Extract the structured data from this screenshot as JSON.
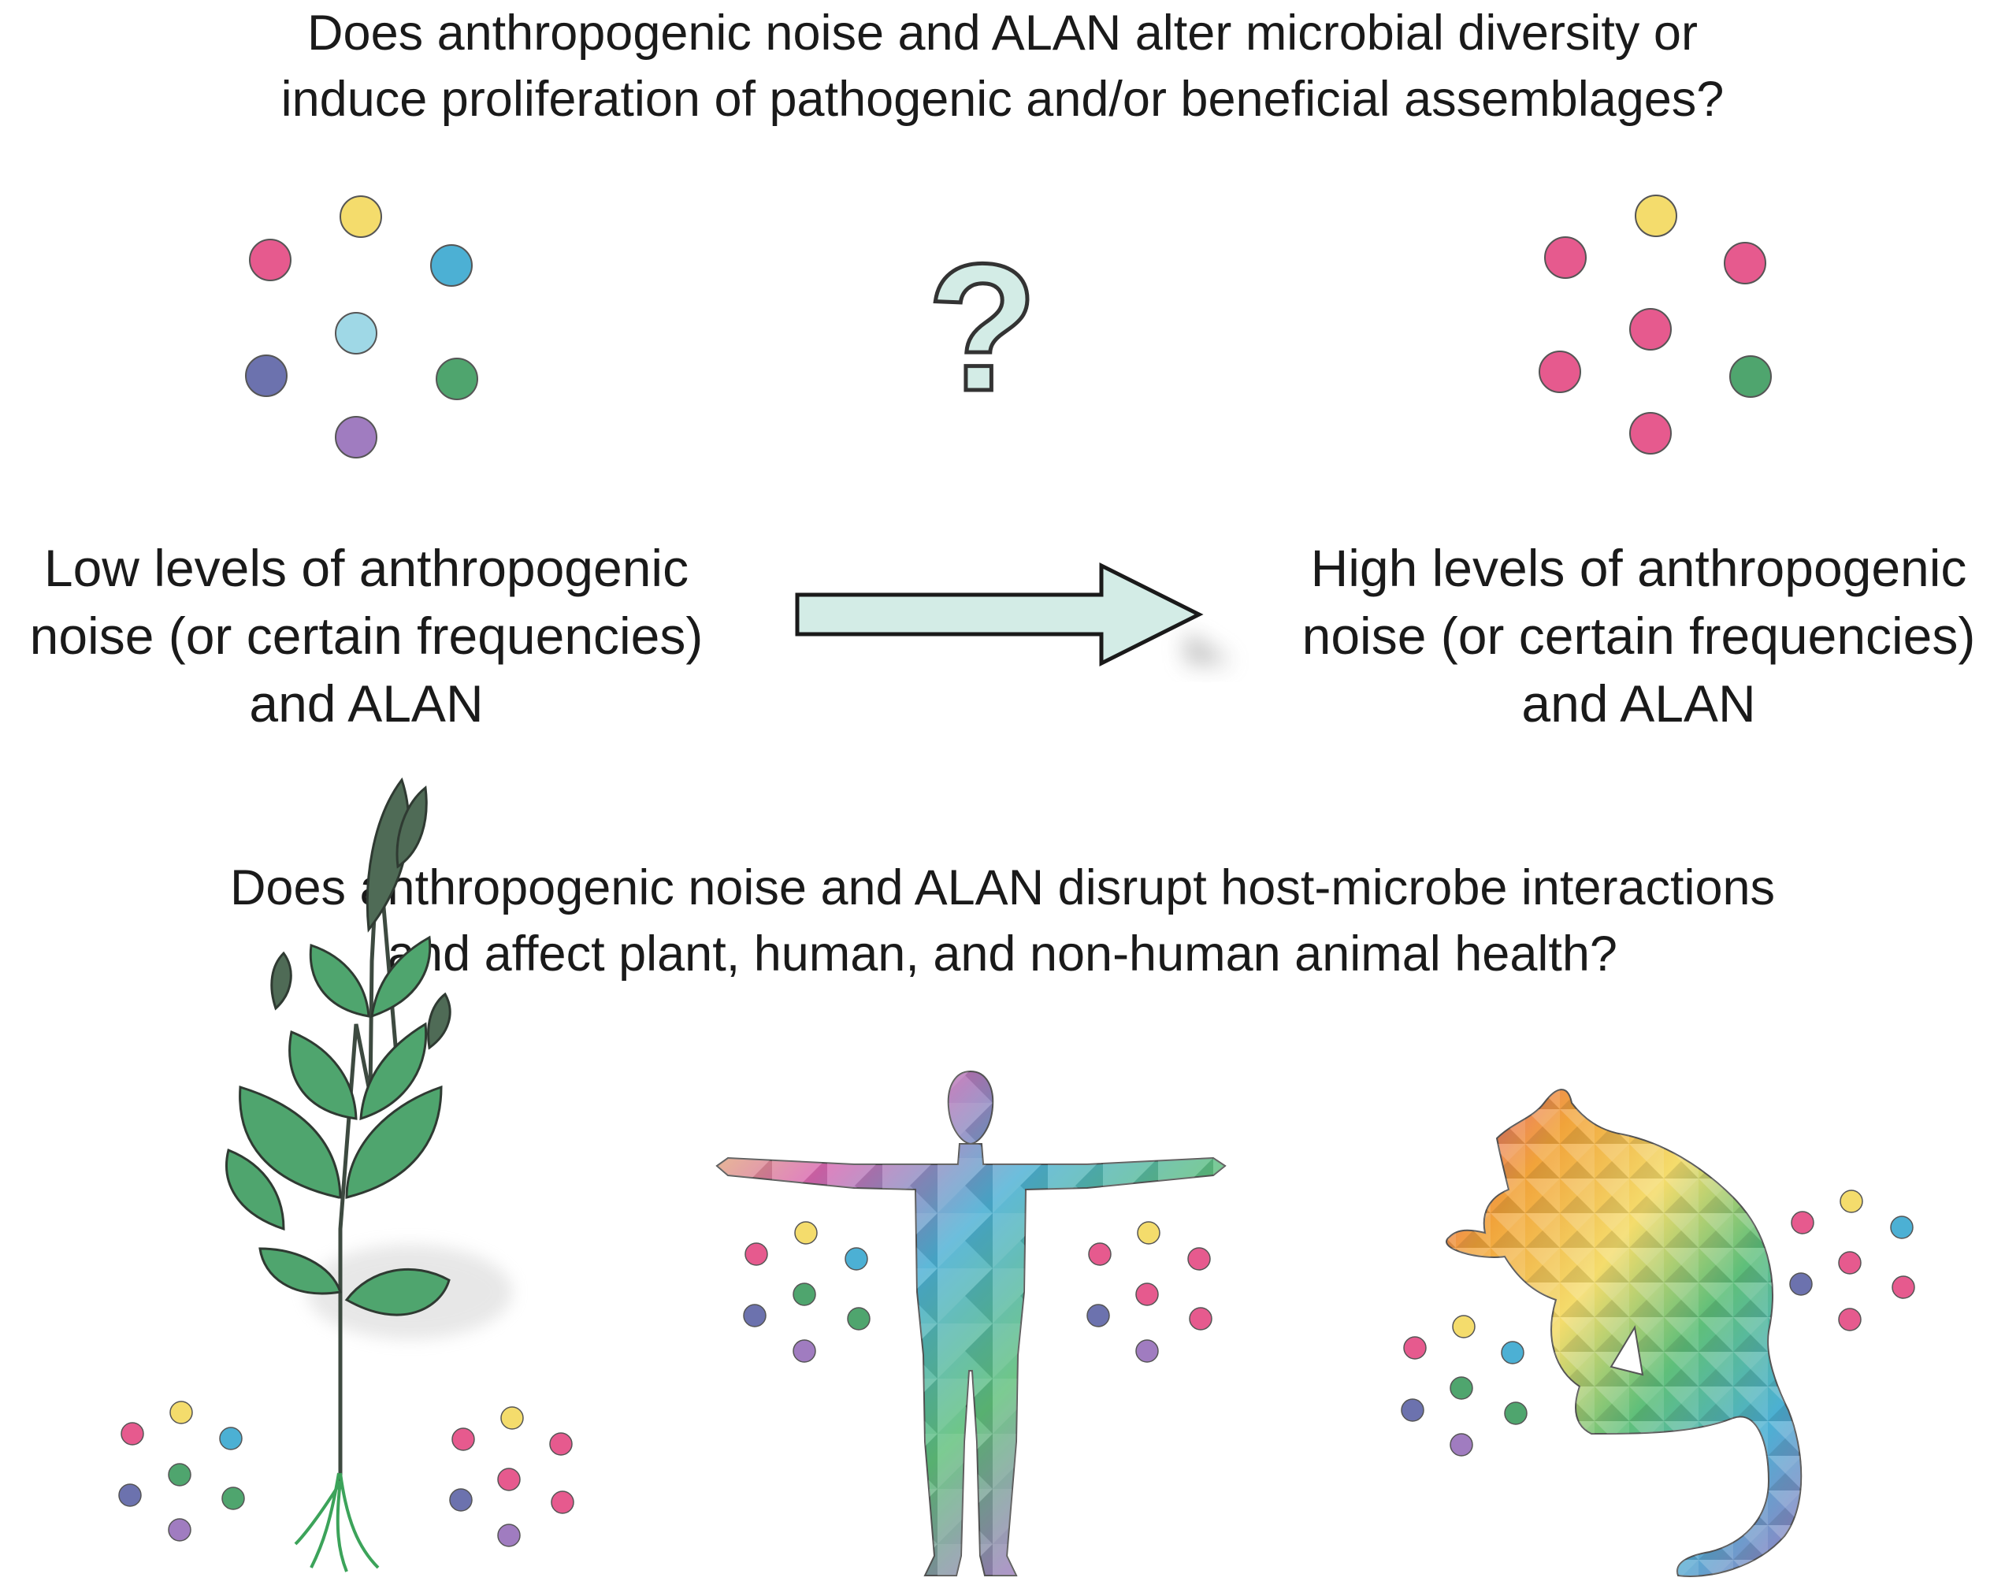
{
  "questions": {
    "q1_line1": "Does anthropogenic noise and ALAN alter microbial diversity or",
    "q1_line2": "induce proliferation of pathogenic and/or beneficial assemblages?",
    "q2_line1": "Does anthropogenic noise and ALAN disrupt host-microbe interactions",
    "q2_line2": "and affect plant, human, and non-human animal health?"
  },
  "states": {
    "low_line1": "Low levels of anthropogenic",
    "low_line2": "noise (or certain frequencies)",
    "low_line3": "and ALAN",
    "high_line1": "High levels of anthropogenic",
    "high_line2": "noise (or certain frequencies)",
    "high_line3": "and ALAN"
  },
  "symbols": {
    "question_mark": "?"
  },
  "colors": {
    "pink": "#e65a8e",
    "yellow": "#f4dc6c",
    "blue": "#4cb0d4",
    "light_blue": "#9fd8e6",
    "navy": "#6c72ae",
    "green": "#4fa56e",
    "purple": "#a07cc0",
    "arrow_fill": "#d3ece6",
    "plant_green": "#4fa56e"
  },
  "icons": {
    "transition": "right-arrow-icon",
    "plant": "plant-icon",
    "human": "human-figure-icon",
    "cat": "cat-icon"
  }
}
